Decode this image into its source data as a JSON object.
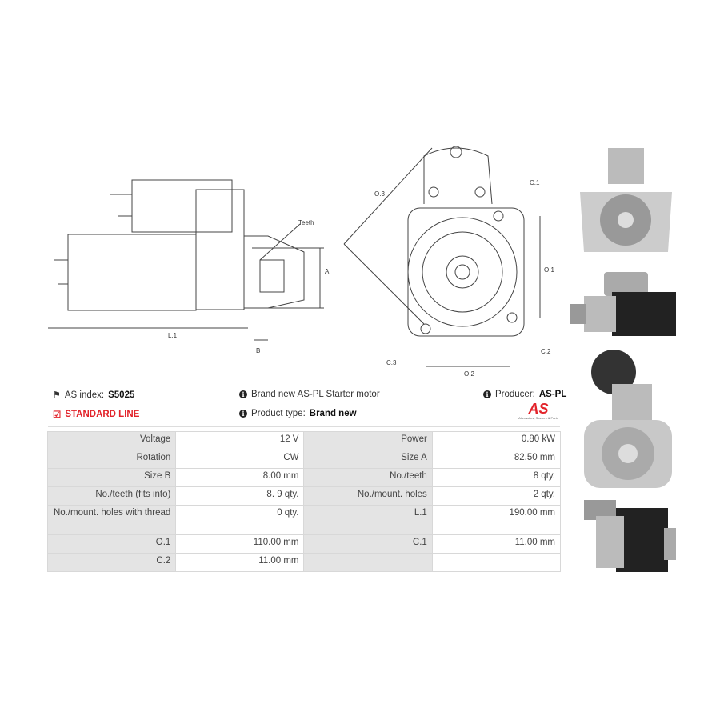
{
  "drawing_labels": {
    "teeth": "Teeth",
    "a": "A",
    "l1": "L.1",
    "b": "B",
    "o3": "O.3",
    "c1": "C.1",
    "o1": "O.1",
    "c2": "C.2",
    "c3": "C.3",
    "o2": "O.2"
  },
  "info": {
    "as_index_label": "AS index:",
    "as_index_value": "S5025",
    "line": "STANDARD LINE",
    "description": "Brand new AS-PL Starter motor",
    "product_type_label": "Product type:",
    "product_type_value": "Brand new",
    "producer_label": "Producer:",
    "producer_value": "AS-PL",
    "logo_text": "AS",
    "logo_tagline": "Alternators, Starters & Parts"
  },
  "specs": [
    [
      "Voltage",
      "12 V",
      "Power",
      "0.80 kW"
    ],
    [
      "Rotation",
      "CW",
      "Size A",
      "82.50 mm"
    ],
    [
      "Size B",
      "8.00 mm",
      "No./teeth",
      "8 qty."
    ],
    [
      "No./teeth (fits into)",
      "8. 9 qty.",
      "No./mount. holes",
      "2 qty."
    ],
    [
      "No./mount. holes with thread",
      "0 qty.",
      "L.1",
      "190.00 mm"
    ],
    [
      "O.1",
      "110.00 mm",
      "C.1",
      "11.00 mm"
    ],
    [
      "C.2",
      "11.00 mm",
      "",
      ""
    ]
  ],
  "colors": {
    "accent": "#e2232a"
  }
}
